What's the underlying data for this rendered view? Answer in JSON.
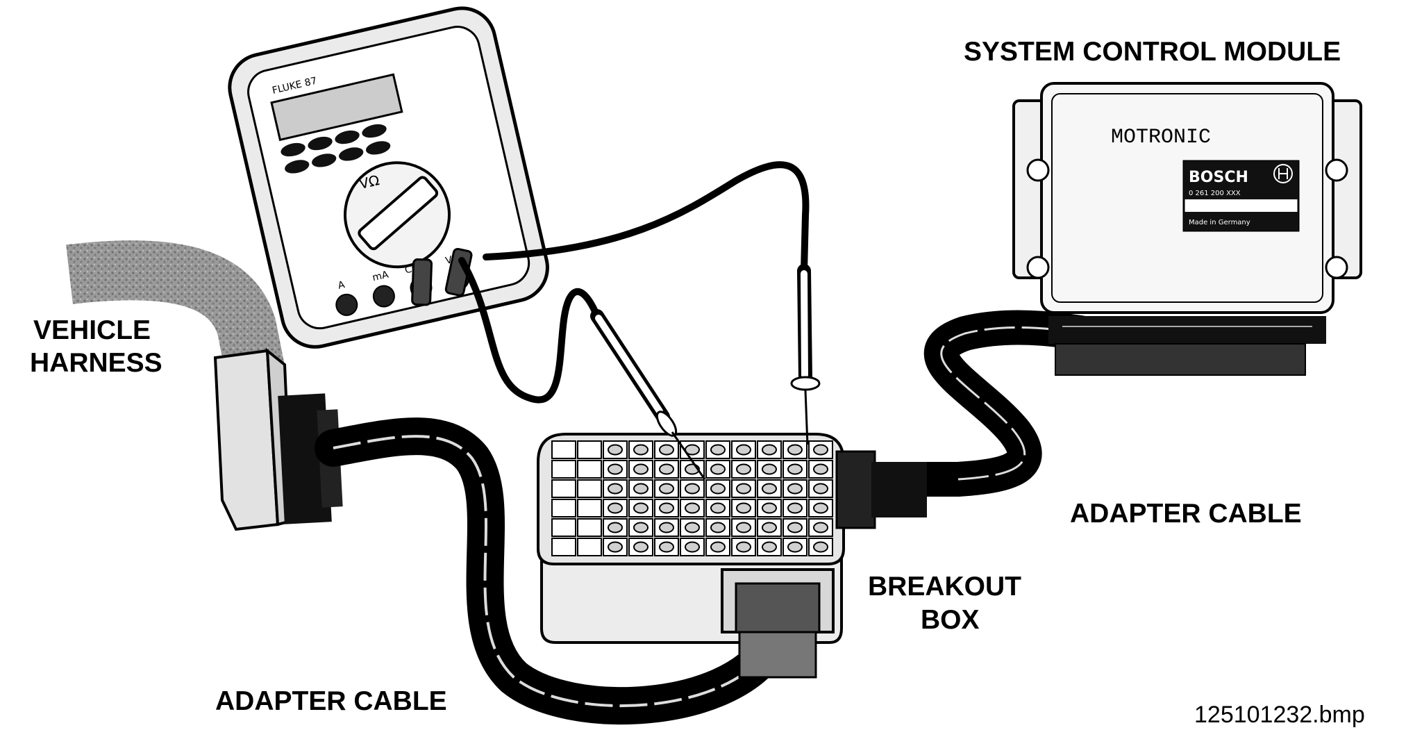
{
  "labels": {
    "system_control_module": "SYSTEM CONTROL MODULE",
    "vehicle_harness_line1": "VEHICLE",
    "vehicle_harness_line2": "HARNESS",
    "adapter_cable_right": "ADAPTER CABLE",
    "adapter_cable_bottom": "ADAPTER CABLE",
    "breakout_box_line1": "BREAKOUT",
    "breakout_box_line2": "BOX",
    "file_caption": "125101232.bmp"
  },
  "module": {
    "name": "MOTRONIC",
    "brand": "BOSCH",
    "part_number": "0 261 200 XXX",
    "origin": "Made in Germany"
  },
  "multimeter": {
    "model": "FLUKE 87",
    "jack_a": "A",
    "jack_ma": "mA",
    "jack_com": "COM",
    "jack_v": "VΩ"
  }
}
